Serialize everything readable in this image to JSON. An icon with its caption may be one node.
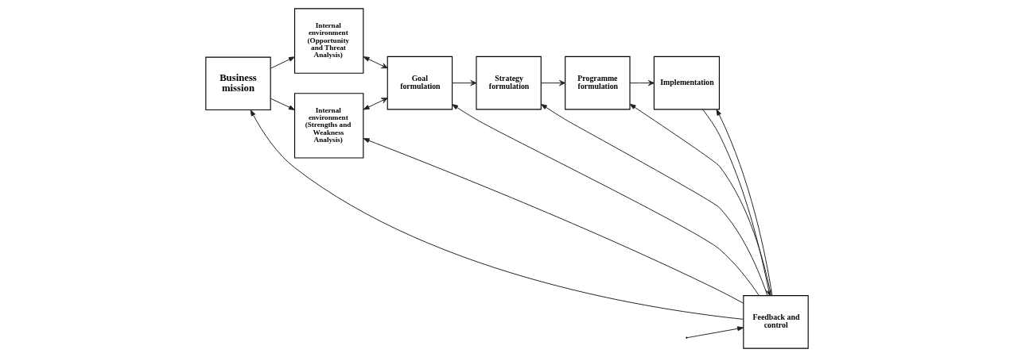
{
  "diagram": {
    "nodes": [
      {
        "text": [
          "Business mission"
        ]
      },
      {
        "text": [
          "Internal environment (Opportunity and Threat Analysis)"
        ]
      },
      {
        "text": [
          "Internal environment (Strengths and Weakness Analysis)"
        ]
      },
      {
        "text": [
          "Goal formulation"
        ]
      },
      {
        "text": [
          "Strategy formulation"
        ]
      },
      {
        "text": [
          "Programme formulation"
        ]
      },
      {
        "text": [
          "Implementation"
        ]
      },
      {
        "text": [
          "Feedback and control"
        ]
      }
    ],
    "edges": [
      {
        "from": 0,
        "to": 1,
        "arrow": "to"
      },
      {
        "from": 0,
        "to": 2,
        "arrow": "to"
      },
      {
        "from": 1,
        "to": 3,
        "arrow": "both"
      },
      {
        "from": 2,
        "to": 3,
        "arrow": "both"
      },
      {
        "from": 3,
        "to": 4,
        "arrow": "to"
      },
      {
        "from": 4,
        "to": 5,
        "arrow": "to"
      },
      {
        "from": 5,
        "to": 6,
        "arrow": "to"
      },
      {
        "from": 6,
        "to": 7,
        "arrow": "to"
      },
      {
        "from": null,
        "to": 7,
        "arrow": "to"
      },
      {
        "from": 7,
        "to": 6,
        "arrow": "to"
      },
      {
        "from": 7,
        "to": 5,
        "arrow": "to"
      },
      {
        "from": 7,
        "to": 4,
        "arrow": "to"
      },
      {
        "from": 7,
        "to": 3,
        "arrow": "to"
      },
      {
        "from": 7,
        "to": 2,
        "arrow": "to"
      },
      {
        "from": 7,
        "to": 0,
        "arrow": "to"
      }
    ]
  }
}
